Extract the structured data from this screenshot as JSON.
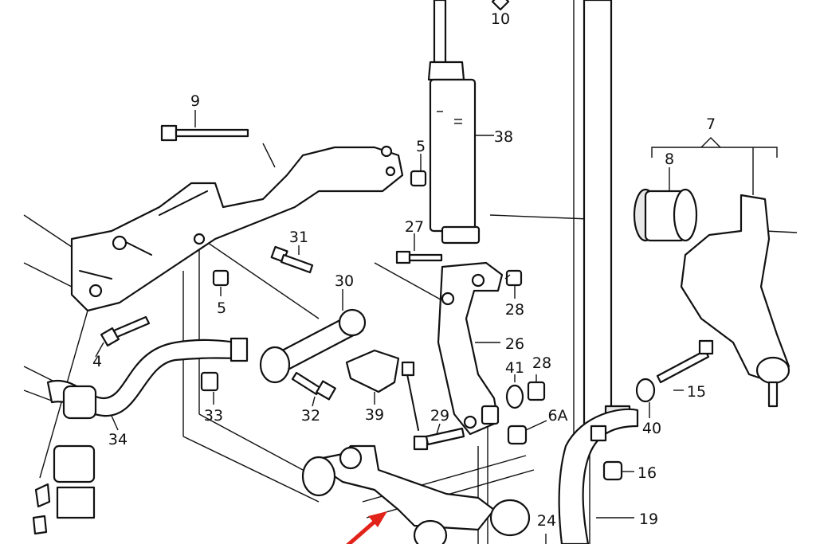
{
  "callouts": [
    {
      "id": "label-10",
      "text": "10"
    },
    {
      "id": "label-9",
      "text": "9"
    },
    {
      "id": "label-38",
      "text": "38"
    },
    {
      "id": "label-7",
      "text": "7"
    },
    {
      "id": "label-8",
      "text": "8"
    },
    {
      "id": "label-5a",
      "text": "5"
    },
    {
      "id": "label-27",
      "text": "27"
    },
    {
      "id": "label-31",
      "text": "31"
    },
    {
      "id": "label-30",
      "text": "30"
    },
    {
      "id": "label-5b",
      "text": "5"
    },
    {
      "id": "label-28a",
      "text": "28"
    },
    {
      "id": "label-4",
      "text": "4"
    },
    {
      "id": "label-26",
      "text": "26"
    },
    {
      "id": "label-41",
      "text": "41"
    },
    {
      "id": "label-28b",
      "text": "28"
    },
    {
      "id": "label-15",
      "text": "15"
    },
    {
      "id": "label-33",
      "text": "33"
    },
    {
      "id": "label-32",
      "text": "32"
    },
    {
      "id": "label-39",
      "text": "39"
    },
    {
      "id": "label-29",
      "text": "29"
    },
    {
      "id": "label-6a",
      "text": "6A"
    },
    {
      "id": "label-40",
      "text": "40"
    },
    {
      "id": "label-34",
      "text": "34"
    },
    {
      "id": "label-16",
      "text": "16"
    },
    {
      "id": "label-19",
      "text": "19"
    },
    {
      "id": "label-24",
      "text": "24"
    }
  ],
  "colors": {
    "arrow": "#e2231a",
    "line": "#111111"
  }
}
